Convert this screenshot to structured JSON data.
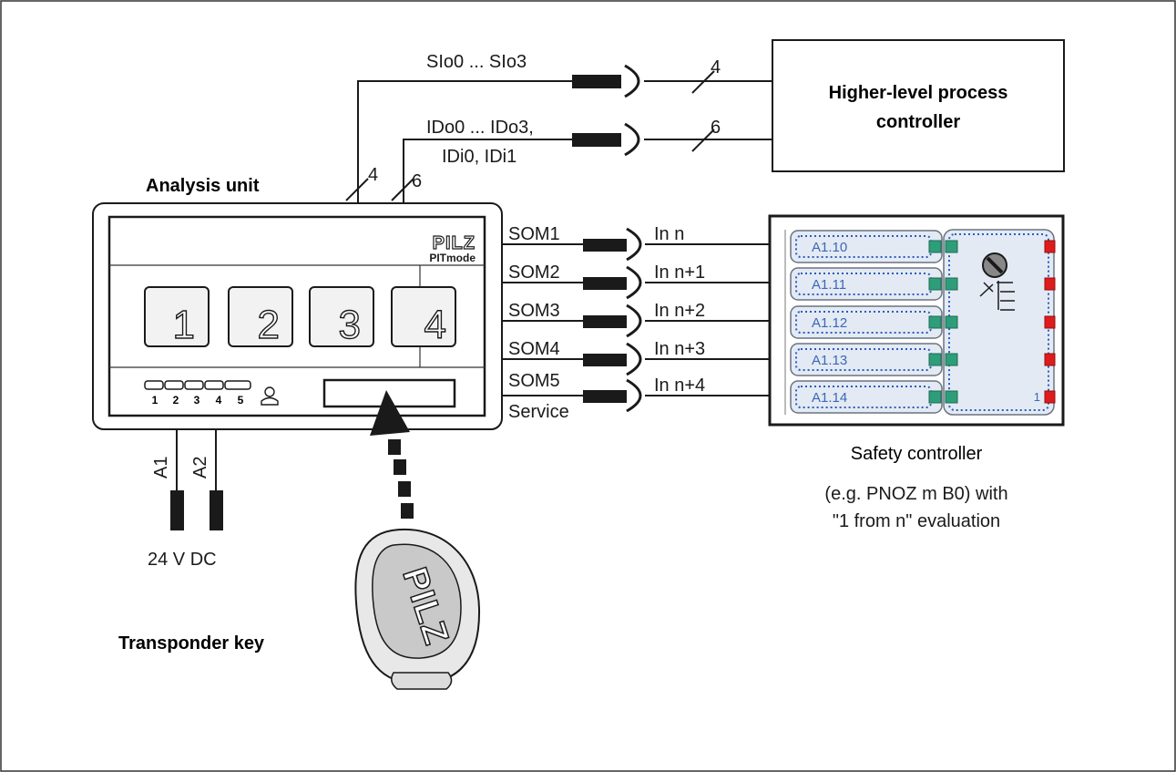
{
  "analysis_unit": {
    "title": "Analysis unit",
    "brand": "PILZ",
    "model": "PITmode",
    "keys": [
      "1",
      "2",
      "3",
      "4"
    ],
    "led_numbers": [
      "1",
      "2",
      "3",
      "4",
      "5"
    ],
    "wire_count_sio": "4",
    "wire_count_ido": "6"
  },
  "supply": {
    "terminal_a1": "A1",
    "terminal_a2": "A2",
    "voltage": "24 V DC"
  },
  "transponder": {
    "label": "Transponder key",
    "brand": "PILZ"
  },
  "process_controller": {
    "title_line1": "Higher-level process",
    "title_line2": "controller",
    "sio_label": "SIo0 ... SIo3",
    "sio_count": "4",
    "ido_label_line1": "IDo0 ... IDo3,",
    "ido_label_line2": "IDi0, IDi1",
    "ido_count": "6"
  },
  "som_outputs": [
    "SOM1",
    "SOM2",
    "SOM3",
    "SOM4",
    "SOM5"
  ],
  "service_label": "Service",
  "safety_inputs": [
    "In n",
    "In n+1",
    "In n+2",
    "In n+3",
    "In n+4"
  ],
  "safety_controller": {
    "title": "Safety controller",
    "desc_line1": "(e.g. PNOZ m B0) with",
    "desc_line2": "\"1 from n\" evaluation",
    "modules": [
      "A1.10",
      "A1.11",
      "A1.12",
      "A1.13",
      "A1.14"
    ],
    "block_number": "1",
    "connector_colors": {
      "input": "#2e9e7a",
      "output": "#e01b1b"
    }
  }
}
